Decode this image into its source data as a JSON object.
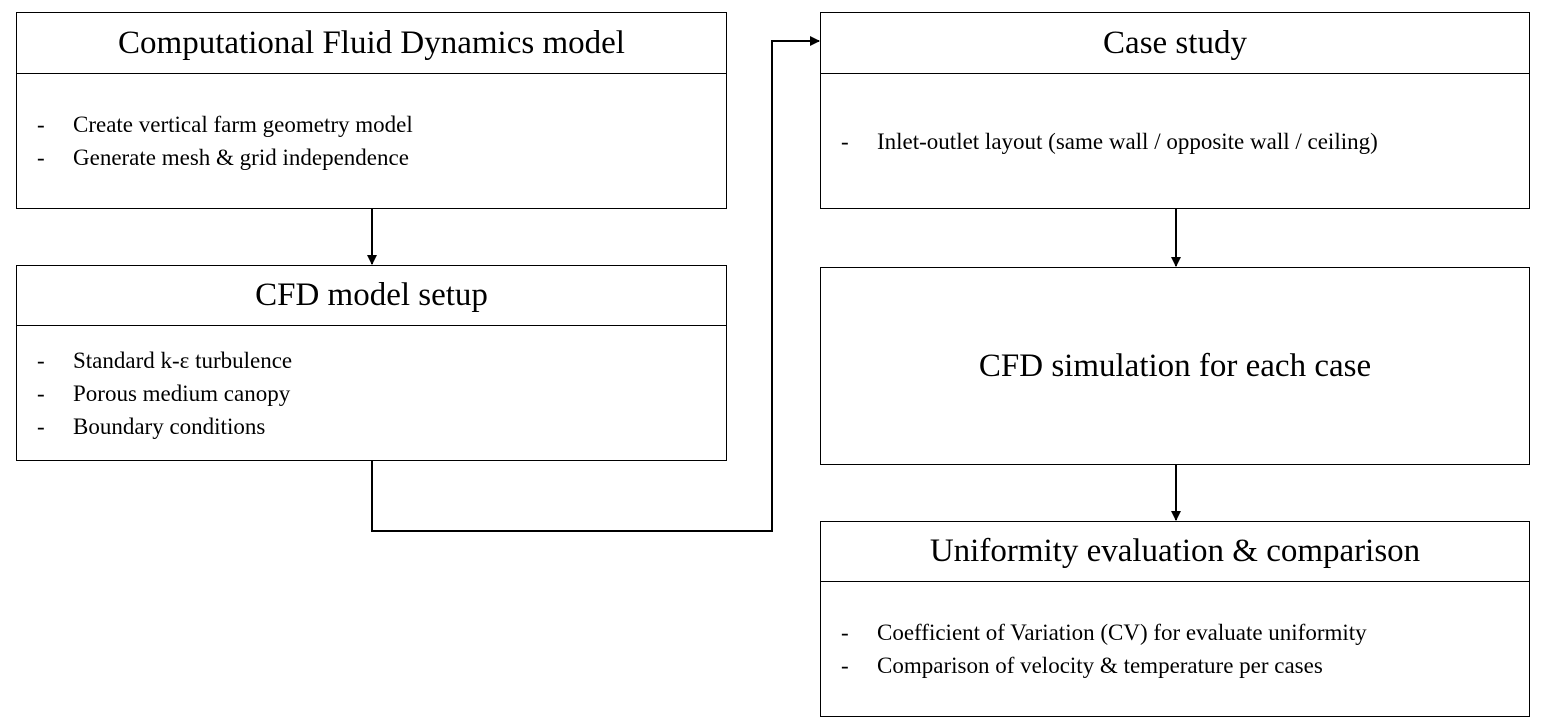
{
  "nodes": {
    "cfd_model": {
      "title": "Computational  Fluid Dynamics  model",
      "items": [
        "Create vertical farm geometry model",
        "Generate mesh & grid independence"
      ]
    },
    "cfd_setup": {
      "title": "CFD model setup",
      "items": [
        "Standard k-ε turbulence",
        "Porous medium canopy",
        "Boundary conditions"
      ]
    },
    "case_study": {
      "title": "Case study",
      "items": [
        "Inlet-outlet layout (same wall / opposite wall / ceiling)"
      ]
    },
    "cfd_simulation": {
      "title": "CFD simulation  for each case"
    },
    "uniformity": {
      "title": "Uniformity  evaluation  &  comparison",
      "items": [
        "Coefficient of Variation (CV) for evaluate uniformity",
        "Comparison of velocity & temperature per cases"
      ]
    }
  },
  "bullet_marker": "-",
  "edges": [
    {
      "from": "cfd_model",
      "to": "cfd_setup"
    },
    {
      "from": "cfd_setup",
      "to": "case_study"
    },
    {
      "from": "case_study",
      "to": "cfd_simulation"
    },
    {
      "from": "cfd_simulation",
      "to": "uniformity"
    }
  ],
  "colors": {
    "stroke": "#000000",
    "background": "#ffffff"
  }
}
